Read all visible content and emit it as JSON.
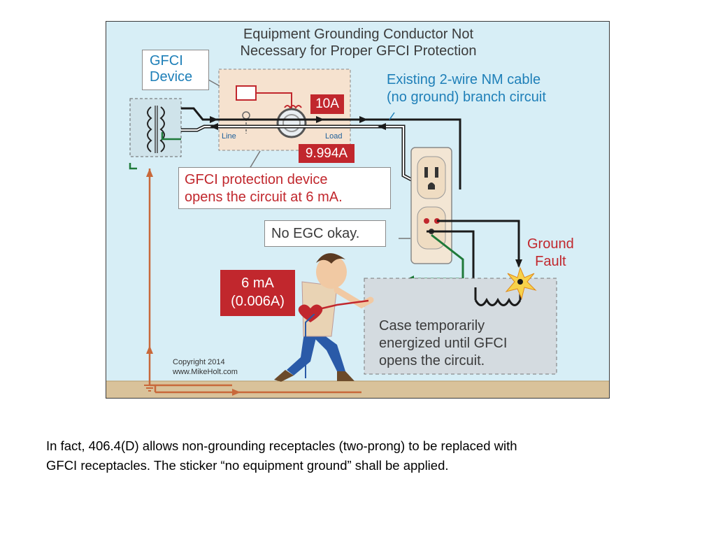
{
  "diagram": {
    "title_line1": "Equipment Grounding Conductor Not",
    "title_line2": "Necessary for Proper GFCI Protection",
    "gfci_label_line1": "GFCI",
    "gfci_label_line2": "Device",
    "cable_label_line1": "Existing 2-wire NM cable",
    "cable_label_line2": "(no ground) branch circuit",
    "current_line": "10A",
    "current_load": "9.994A",
    "line_label": "Line",
    "load_label": "Load",
    "protection_line1": "GFCI protection device",
    "protection_line2": "opens the circuit at 6 mA.",
    "no_egc": "No EGC okay.",
    "ground_fault_line1": "Ground",
    "ground_fault_line2": "Fault",
    "shock_line1": "6 mA",
    "shock_line2": "(0.006A)",
    "case_line1": "Case temporarily",
    "case_line2": "energized until GFCI",
    "case_line3": "opens the circuit.",
    "copyright_line1": "Copyright 2014",
    "copyright_line2": "www.MikeHolt.com",
    "colors": {
      "background": "#d7eef6",
      "accent_red": "#c1272d",
      "blue_text": "#1e7fb8",
      "ground_wire": "#1f7a3a",
      "return_path": "#c8683a",
      "floor": "#d9c29a"
    }
  },
  "caption": "In fact, 406.4(D) allows non-grounding receptacles (two-prong) to be replaced with\nGFCI receptacles.  The sticker “no equipment ground” shall be applied."
}
